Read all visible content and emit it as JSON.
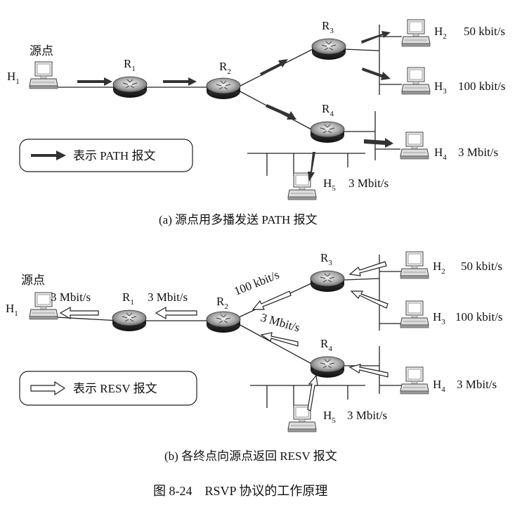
{
  "figure_title": "图 8-24　RSVP 协议的工作原理",
  "panel_a": {
    "caption": "(a) 源点用多播发送 PATH 报文",
    "source_label": "源点",
    "hosts": [
      {
        "name": "H",
        "sub": "1"
      },
      {
        "name": "H",
        "sub": "2",
        "rate": "50 kbit/s"
      },
      {
        "name": "H",
        "sub": "3",
        "rate": "100 kbit/s"
      },
      {
        "name": "H",
        "sub": "4",
        "rate": "3 Mbit/s"
      },
      {
        "name": "H",
        "sub": "5",
        "rate": "3 Mbit/s"
      }
    ],
    "routers": [
      {
        "name": "R",
        "sub": "1"
      },
      {
        "name": "R",
        "sub": "2"
      },
      {
        "name": "R",
        "sub": "3"
      },
      {
        "name": "R",
        "sub": "4"
      }
    ],
    "legend": "表示 PATH 报文",
    "arrow_color": "#333333"
  },
  "panel_b": {
    "caption": "(b) 各终点向源点返回 RESV 报文",
    "source_label": "源点",
    "hosts": [
      {
        "name": "H",
        "sub": "1"
      },
      {
        "name": "H",
        "sub": "2",
        "rate": "50 kbit/s"
      },
      {
        "name": "H",
        "sub": "3",
        "rate": "100 kbit/s"
      },
      {
        "name": "H",
        "sub": "4",
        "rate": "3 Mbit/s"
      },
      {
        "name": "H",
        "sub": "5",
        "rate": "3 Mbit/s"
      }
    ],
    "routers": [
      {
        "name": "R",
        "sub": "1"
      },
      {
        "name": "R",
        "sub": "2"
      },
      {
        "name": "R",
        "sub": "3"
      },
      {
        "name": "R",
        "sub": "4"
      }
    ],
    "link_rates": {
      "h1_r1": "3 Mbit/s",
      "r1_r2": "3 Mbit/s",
      "r2_r3": "100 kbit/s",
      "r2_r4": "3 Mbit/s"
    },
    "legend": "表示 RESV 报文"
  }
}
